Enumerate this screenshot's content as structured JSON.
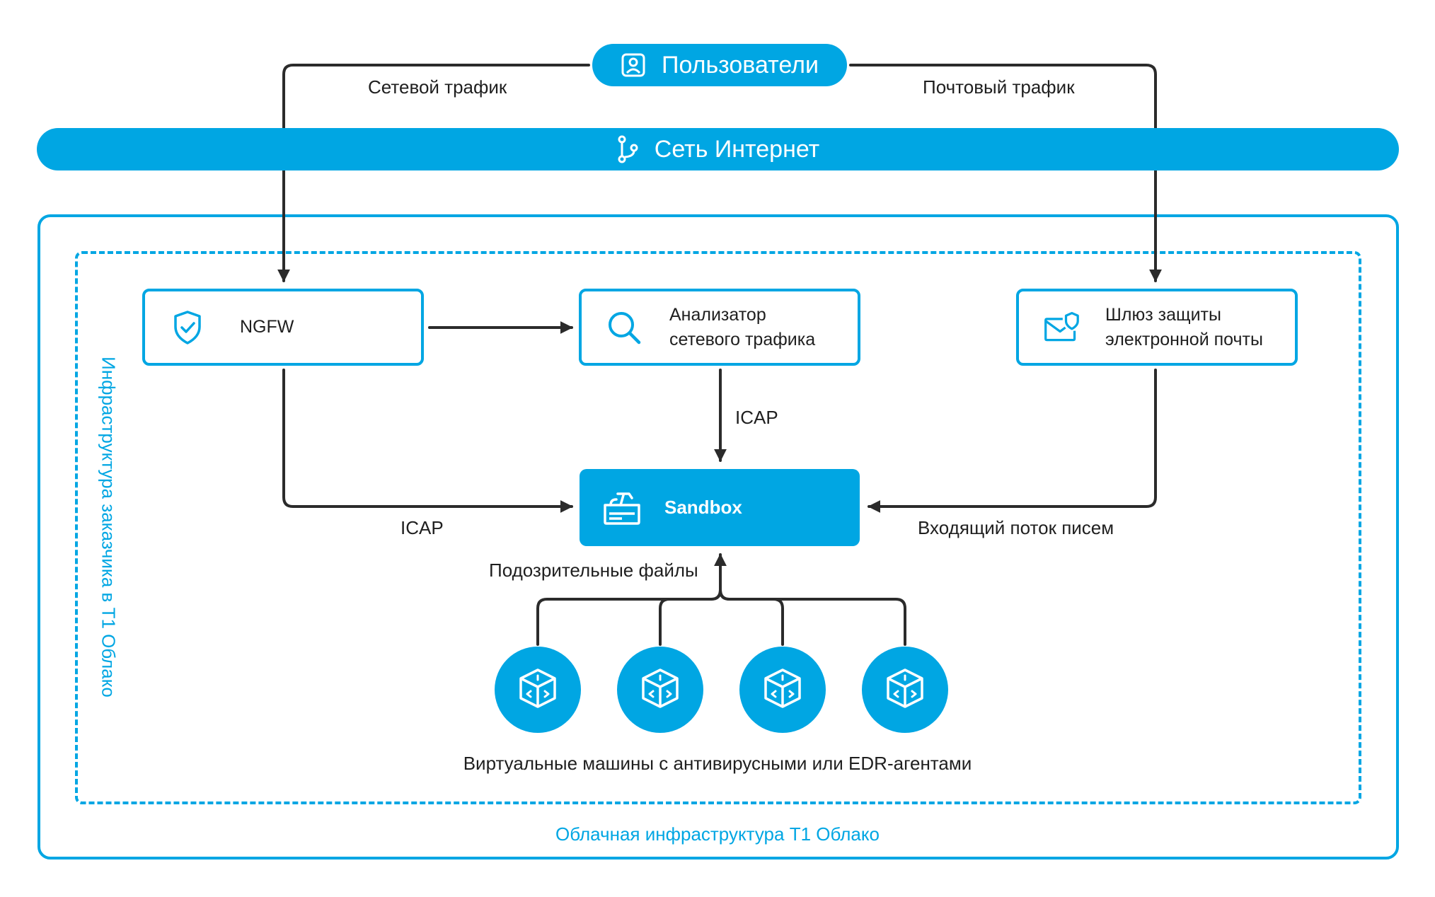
{
  "colors": {
    "accent": "#00A6E3",
    "text": "#1f1f1f",
    "line": "#2b2b2b",
    "background": "#ffffff"
  },
  "users": {
    "label": "Пользователи",
    "icon": "user-badge-icon"
  },
  "internet": {
    "label": "Сеть Интернет",
    "icon": "git-branch-icon"
  },
  "flows": {
    "network_traffic": "Сетевой трафик",
    "mail_traffic": "Почтовый трафик",
    "icap_analyzer": "ICAP",
    "icap_ngfw": "ICAP",
    "incoming_mail": "Входящий поток писем",
    "suspicious_files": "Подозрительные файлы"
  },
  "nodes": {
    "ngfw": {
      "label": "NGFW",
      "icon": "shield-check-icon"
    },
    "analyzer": {
      "line1": "Анализатор",
      "line2": "сетевого трафика",
      "icon": "magnifier-icon"
    },
    "mail_gateway": {
      "line1": "Шлюз защиты",
      "line2": "электронной почты",
      "icon": "mail-shield-icon"
    },
    "sandbox": {
      "label": "Sandbox",
      "icon": "sandbox-icon"
    }
  },
  "vms": {
    "caption": "Виртуальные машины с антивирусными или EDR-агентами",
    "items": [
      {
        "icon": "vm-cube-icon"
      },
      {
        "icon": "vm-cube-icon"
      },
      {
        "icon": "vm-cube-icon"
      },
      {
        "icon": "vm-cube-icon"
      }
    ]
  },
  "frames": {
    "outer": "Облачная инфраструктура Т1 Облако",
    "inner": "Инфраструктура заказчика в Т1 Облако"
  }
}
